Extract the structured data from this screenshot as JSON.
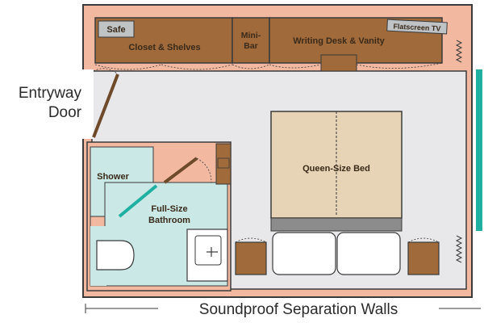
{
  "labels": {
    "safe": "Safe",
    "closet": "Closet & Shelves",
    "minibar_line1": "Mini-",
    "minibar_line2": "Bar",
    "desk": "Writing Desk & Vanity",
    "tv": "Flatscreen TV",
    "entry_line1": "Entryway",
    "entry_line2": "Door",
    "shower": "Shower",
    "bath_line1": "Full-Size",
    "bath_line2": "Bathroom",
    "bed": "Queen-Size Bed",
    "walls": "Soundproof Separation Walls"
  },
  "colors": {
    "wall_fill": "#f2b9a0",
    "floor": "#e8e8ea",
    "outline": "#3a3a3a",
    "wood": "#a06a3a",
    "wood_dark": "#6e4522",
    "bath_fill": "#c9e8e6",
    "teal": "#20b0a2",
    "bed_fill": "#e7d3b5",
    "door": "#6e4a2a",
    "tv": "#bfc3c6"
  }
}
